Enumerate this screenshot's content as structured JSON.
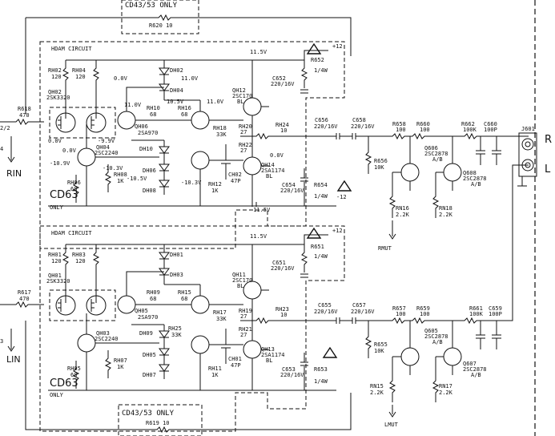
{
  "top_box": {
    "label": "CD43/53 ONLY",
    "resistor": "R620 10"
  },
  "bottom_box": {
    "label": "CD43/53 ONLY",
    "resistor": "R619 10"
  },
  "ch_r": {
    "hdam": "HDAM CIRCUIT",
    "model": "CD63",
    "only": "ONLY",
    "in_label": "RIN",
    "in_res": "R618",
    "in_res_val": "470",
    "rh02": "RH02",
    "rh02v": "120",
    "rh04": "RH04",
    "rh04v": "120",
    "fet": "QH02",
    "fet_part": "2SK3320",
    "v_top": "11.5V",
    "v_plus12": "+12",
    "r652": "R652",
    "r652v": "1/4W",
    "c652": "C652",
    "c652v": "220/16V",
    "v1": "0.0V",
    "v2": "11.0V",
    "v3": "10.5V",
    "v4": "11.0V",
    "v5": "11.0V",
    "dh02": "DH02",
    "dh04": "DH04",
    "rh10": "RH10",
    "rh10v": "68",
    "rh16": "RH16",
    "rh16v": "68",
    "qh06": "QH06",
    "qh06p": "2SA970",
    "qh12": "QH12",
    "qh12p": "2SC170",
    "qh12bl": "BL",
    "rh20": "RH20",
    "rh20v": "27",
    "rh22": "RH22",
    "rh22v": "27",
    "rh18": "RH18",
    "rh18v": "33K",
    "rh24": "RH24",
    "rh24v": "10",
    "qh14": "QH14",
    "qh14p": "2SA1174",
    "qh14bl": "BL",
    "ch02": "CH02",
    "ch02v": "47P",
    "rh12": "RH12",
    "rh12v": "1K",
    "dh10": "DH10",
    "dh06": "DH06",
    "dh08": "DH08",
    "qh04": "QH04",
    "qh04p": "2SC2240",
    "rh06": "RH06",
    "rh06v": "68",
    "rh08": "RH08",
    "rh08v": "1K",
    "m109": "-10.9V",
    "m103": "-10.3V",
    "m99": "-9.9V",
    "m105": "-10.5V",
    "m115": "-11.5V",
    "m12": "-12",
    "c654": "C654",
    "c654v": "220/16V",
    "r654": "R654",
    "r654v": "1/4W",
    "c656": "C656",
    "c656v": "220/16V",
    "c658": "C658",
    "c658v": "220/16V",
    "r656": "R656",
    "r656v": "10K",
    "r658": "R658",
    "r658v": "100",
    "r660": "R660",
    "r660v": "100",
    "q606": "Q606",
    "q606p": "2SC2878",
    "q606ab": "A/B",
    "q608": "Q608",
    "q608p": "2SC2878",
    "q608ab": "A/B",
    "r662": "R662",
    "r662v": "100K",
    "c660": "C660",
    "c660v": "100P",
    "rn16": "RN16",
    "rn16v": "2.2K",
    "rn18": "RN18",
    "rn18v": "2.2K",
    "mute": "RMUT",
    "in_side": "4",
    "in_frac": "2/2"
  },
  "ch_l": {
    "hdam": "HDAM CIRCUIT",
    "model": "CD63",
    "only": "ONLY",
    "in_label": "LIN",
    "in_res": "R617",
    "in_res_val": "470",
    "rh01": "RH01",
    "rh01v": "120",
    "rh03": "RH03",
    "rh03v": "120",
    "fet": "QH01",
    "fet_part": "2SK3320",
    "v_top": "11.5V",
    "v_plus12": "+12",
    "r651": "R651",
    "r651v": "1/4W",
    "c651": "C651",
    "c651v": "220/16V",
    "dh01": "DH01",
    "dh03": "DH03",
    "rh09": "RH09",
    "rh09v": "68",
    "rh15": "RH15",
    "rh15v": "68",
    "qh05": "QH05",
    "qh05p": "2SA970",
    "qh11": "QH11",
    "qh11p": "2SC170",
    "qh11bl": "BL",
    "rh19": "RH19",
    "rh19v": "27",
    "rh21": "RH21",
    "rh21v": "27",
    "rh17": "RH17",
    "rh17v": "33K",
    "rh23": "RH23",
    "rh23v": "10",
    "qh13": "QH13",
    "qh13p": "2SA1174",
    "qh13bl": "BL",
    "ch01": "CH01",
    "ch01v": "47P",
    "rh11": "RH11",
    "rh11v": "1K",
    "dh09": "DH09",
    "dh05": "DH05",
    "dh07": "DH07",
    "qh03": "QH03",
    "qh03p": "2SC2240",
    "rh05": "RH05",
    "rh05v": "68",
    "rh07": "RH07",
    "rh07v": "1K",
    "rh25": "RH25",
    "rh25v": "33K",
    "c653": "C653",
    "c653v": "220/16V",
    "r653": "R653",
    "r653v": "1/4W",
    "c655": "C655",
    "c655v": "220/16V",
    "c657": "C657",
    "c657v": "220/16V",
    "r655": "R655",
    "r655v": "10K",
    "r657": "R657",
    "r657v": "100",
    "r659": "R659",
    "r659v": "100",
    "q605": "Q605",
    "q605p": "2SC2878",
    "q605ab": "A/B",
    "q607": "Q607",
    "q607p": "2SC2878",
    "q607ab": "A/B",
    "r661": "R661",
    "r661v": "100K",
    "c659": "C659",
    "c659v": "100P",
    "rn15": "RN15",
    "rn15v": "2.2K",
    "rn17": "RN17",
    "rn17v": "2.2K",
    "mute": "LMUT",
    "in_side": "3"
  },
  "jack": {
    "name": "J601",
    "r": "R",
    "l": "L"
  }
}
